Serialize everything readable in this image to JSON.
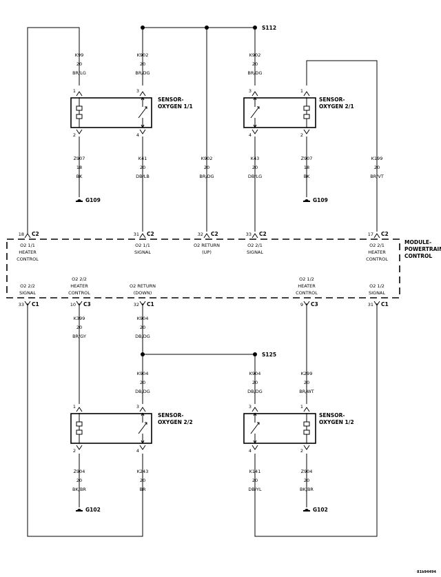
{
  "splices": {
    "s112": "S112",
    "s125": "S125"
  },
  "sensors": {
    "o11": {
      "line1": "SENSOR-",
      "line2": "OXYGEN 1/1"
    },
    "o21": {
      "line1": "SENSOR-",
      "line2": "OXYGEN 2/1"
    },
    "o22": {
      "line1": "SENSOR-",
      "line2": "OXYGEN 2/2"
    },
    "o12": {
      "line1": "SENSOR-",
      "line2": "OXYGEN 1/2"
    }
  },
  "grounds": {
    "g109": "G109",
    "g102": "G102"
  },
  "module": {
    "line1": "MODULE-",
    "line2": "POWERTRAIN",
    "line3": "CONTROL"
  },
  "wires": {
    "top": [
      {
        "circuit": "K99",
        "gauge": "20",
        "color": "BR/LG"
      },
      {
        "circuit": "K902",
        "gauge": "20",
        "color": "BR/DG"
      },
      {
        "circuit": "K902",
        "gauge": "20",
        "color": "BR/DG"
      }
    ],
    "mid": [
      {
        "circuit": "Z907",
        "gauge": "18",
        "color": "BK"
      },
      {
        "circuit": "K41",
        "gauge": "20",
        "color": "DB/LB"
      },
      {
        "circuit": "K902",
        "gauge": "20",
        "color": "BR/DG"
      },
      {
        "circuit": "K43",
        "gauge": "20",
        "color": "DB/LG"
      },
      {
        "circuit": "Z907",
        "gauge": "18",
        "color": "BK"
      },
      {
        "circuit": "K199",
        "gauge": "20",
        "color": "BR/VT"
      }
    ],
    "low": [
      {
        "circuit": "K399",
        "gauge": "20",
        "color": "BR/GY"
      },
      {
        "circuit": "K904",
        "gauge": "20",
        "color": "DB/DG"
      },
      {
        "circuit": "K904",
        "gauge": "20",
        "color": "DB/DG"
      },
      {
        "circuit": "K904",
        "gauge": "20",
        "color": "DB/DG"
      },
      {
        "circuit": "K299",
        "gauge": "20",
        "color": "BR/WT"
      }
    ],
    "bottom": [
      {
        "circuit": "Z904",
        "gauge": "20",
        "color": "BK/BR"
      },
      {
        "circuit": "K243",
        "gauge": "20",
        "color": "BR"
      },
      {
        "circuit": "K141",
        "gauge": "20",
        "color": "DB/YL"
      },
      {
        "circuit": "Z904",
        "gauge": "20",
        "color": "BK/BR"
      }
    ]
  },
  "sensor_pins": {
    "o11": [
      "1",
      "3",
      "2",
      "4"
    ],
    "o21": [
      "3",
      "1",
      "4",
      "2"
    ],
    "o22": [
      "1",
      "3",
      "2",
      "4"
    ],
    "o12": [
      "3",
      "1",
      "4",
      "2"
    ]
  },
  "pcm_pins_top": [
    {
      "pin": "18",
      "conn": "C2",
      "line1": "O2 1/1",
      "line2": "HEATER",
      "line3": "CONTROL"
    },
    {
      "pin": "31",
      "conn": "C2",
      "line1": "O2 1/1",
      "line2": "SIGNAL",
      "line3": ""
    },
    {
      "pin": "32",
      "conn": "C2",
      "line1": "O2 RETURN",
      "line2": "(UP)",
      "line3": ""
    },
    {
      "pin": "33",
      "conn": "C2",
      "line1": "O2 2/1",
      "line2": "SIGNAL",
      "line3": ""
    },
    {
      "pin": "17",
      "conn": "C2",
      "line1": "O2 2/1",
      "line2": "HEATER",
      "line3": "CONTROL"
    }
  ],
  "pcm_pins_bottom": [
    {
      "pin": "33",
      "conn": "C1",
      "line1": "O2 2/2",
      "line2": "SIGNAL",
      "line3": ""
    },
    {
      "pin": "10",
      "conn": "C3",
      "line1": "O2 2/2",
      "line2": "HEATER",
      "line3": "CONTROL"
    },
    {
      "pin": "32",
      "conn": "C1",
      "line1": "O2 RETURN",
      "line2": "(DOWN)",
      "line3": ""
    },
    {
      "pin": "9",
      "conn": "C3",
      "line1": "O2 1/2",
      "line2": "HEATER",
      "line3": "CONTROL"
    },
    {
      "pin": "31",
      "conn": "C1",
      "line1": "O2 1/2",
      "line2": "SIGNAL",
      "line3": ""
    }
  ],
  "figure_id": "81b94494"
}
